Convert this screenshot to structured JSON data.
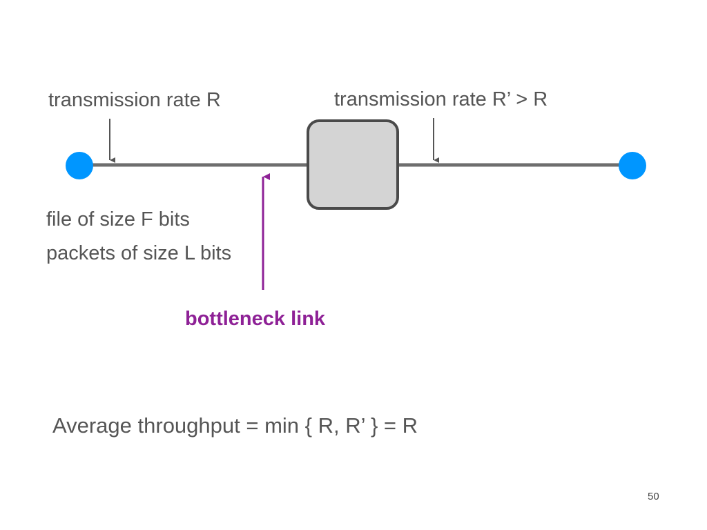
{
  "labels": {
    "link1_rate": "transmission rate R",
    "link2_rate": "transmission rate R’ > R",
    "file_size": "file of size F bits",
    "packet_size": "packets of size L bits",
    "bottleneck": "bottleneck link"
  },
  "formula": "Average throughput =  min { R, R’ } = R",
  "slide_number": "50",
  "colors": {
    "host": "#0096ff",
    "link": "#6e6e6e",
    "router_fill": "#d4d4d4",
    "router_stroke": "#4a4a4a",
    "text": "#555555",
    "bottleneck": "#8e2196"
  }
}
